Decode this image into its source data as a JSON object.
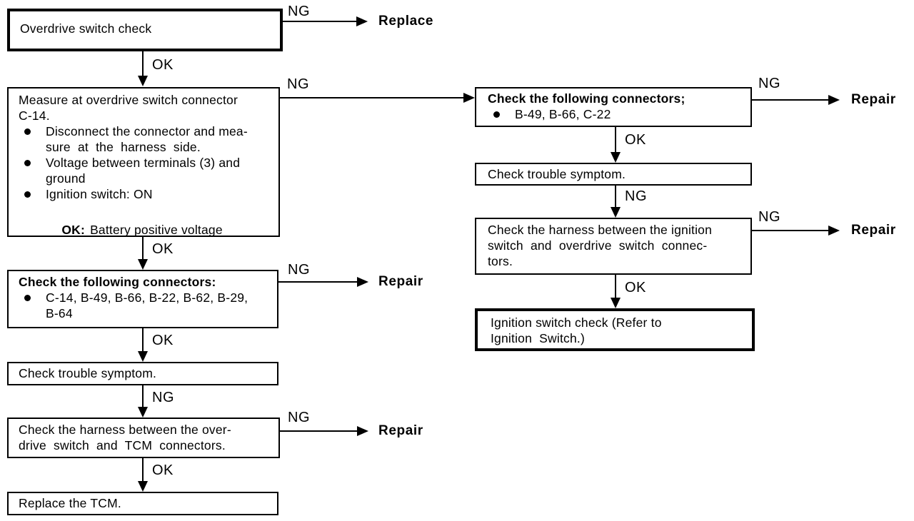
{
  "boxes": {
    "overdrive_check": {
      "lines": [
        "Overdrive switch check"
      ]
    },
    "measure_c14": {
      "lines": [
        "Measure at overdrive switch connector",
        "C-14."
      ],
      "bullets": [
        {
          "lines": [
            "Disconnect the connector and mea-",
            "sure  at  the  harness  side."
          ]
        },
        {
          "lines": [
            "Voltage between terminals (3) and",
            "ground"
          ]
        },
        {
          "lines": [
            "Ignition switch: ON"
          ]
        }
      ],
      "ok_prefix": "OK:",
      "ok_text": "Battery positive voltage"
    },
    "check_connectors_left": {
      "title": "Check the following connectors:",
      "bullets": [
        {
          "lines": [
            "C-14, B-49, B-66, B-22, B-62, B-29,",
            "B-64"
          ]
        }
      ]
    },
    "trouble_left": {
      "lines": [
        "Check trouble symptom."
      ]
    },
    "harness_tcm": {
      "lines": [
        "Check the harness between the over-",
        "drive  switch  and  TCM  connectors."
      ]
    },
    "replace_tcm": {
      "lines": [
        "Replace the TCM."
      ]
    },
    "check_connectors_right": {
      "title": "Check the following connectors;",
      "bullets": [
        {
          "lines": [
            "B-49, B-66, C-22"
          ]
        }
      ]
    },
    "trouble_right": {
      "lines": [
        "Check trouble symptom."
      ]
    },
    "harness_ignition": {
      "lines": [
        "Check the harness between the ignition",
        "switch  and  overdrive  switch  connec-",
        "tors."
      ]
    },
    "ignition_check": {
      "lines": [
        "Ignition switch check (Refer to",
        "Ignition  Switch.)"
      ]
    }
  },
  "edges": {
    "b1_replace": {
      "label": "NG",
      "terminal": "Replace"
    },
    "b1_b2": {
      "label": "OK"
    },
    "b2_r1": {
      "label": "NG"
    },
    "b2_b3": {
      "label": "OK"
    },
    "b3_repair": {
      "label": "NG",
      "terminal": "Repair"
    },
    "b3_b4": {
      "label": "OK"
    },
    "b4_b5": {
      "label": "NG"
    },
    "b5_repair": {
      "label": "NG",
      "terminal": "Repair"
    },
    "b5_b6": {
      "label": "OK"
    },
    "r1_repair": {
      "label": "NG",
      "terminal": "Repair"
    },
    "r1_r2": {
      "label": "OK"
    },
    "r2_r3": {
      "label": "NG"
    },
    "r3_repair": {
      "label": "NG",
      "terminal": "Repair"
    },
    "r3_r4": {
      "label": "OK"
    }
  },
  "colors": {
    "ink": "#000000",
    "paper": "#ffffff"
  }
}
